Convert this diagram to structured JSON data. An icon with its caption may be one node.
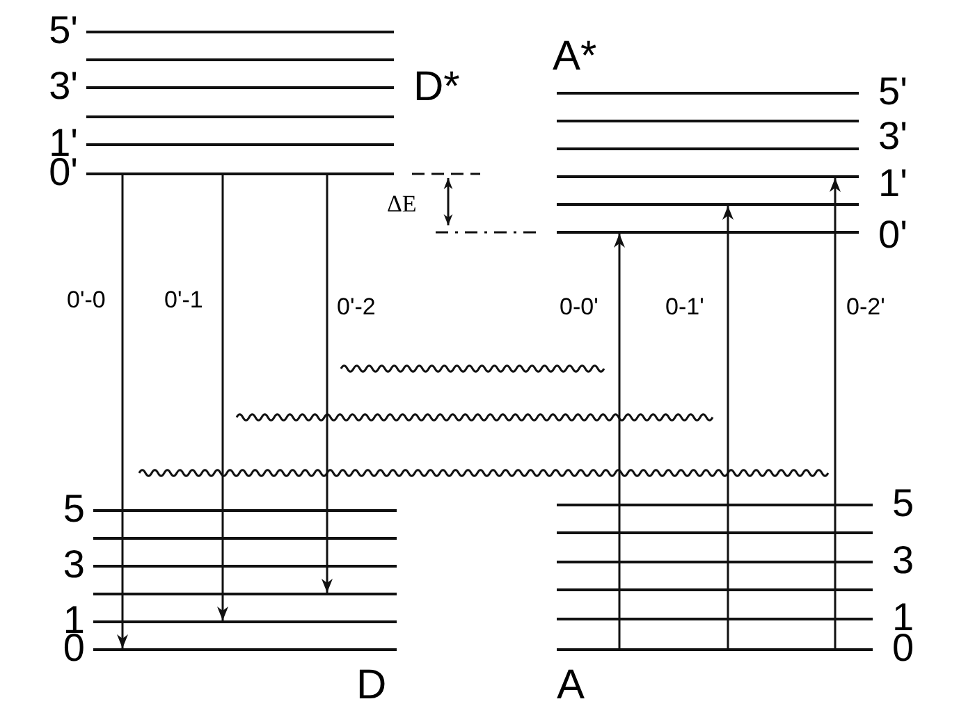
{
  "diagram": {
    "nodes": [
      {
        "text": [],
        "shape": "bar",
        "beside": [
          "5'"
        ]
      },
      {
        "text": [],
        "shape": "bar"
      },
      {
        "text": [],
        "shape": "bar",
        "beside": [
          "3'"
        ]
      },
      {
        "text": [],
        "shape": "bar"
      },
      {
        "text": [],
        "shape": "bar",
        "beside": [
          "1'"
        ]
      },
      {
        "text": [],
        "shape": "bar",
        "beside": [
          "0'"
        ]
      },
      {
        "text": [],
        "shape": "bar",
        "beside": [
          "5'"
        ]
      },
      {
        "text": [],
        "shape": "bar"
      },
      {
        "text": [],
        "shape": "bar",
        "beside": [
          "3'"
        ]
      },
      {
        "text": [],
        "shape": "bar"
      },
      {
        "text": [],
        "shape": "bar",
        "beside": [
          "1'"
        ]
      },
      {
        "text": [],
        "shape": "bar",
        "beside": [
          "0'"
        ]
      },
      {
        "text": [],
        "shape": "bar",
        "beside": [
          "5"
        ]
      },
      {
        "text": [],
        "shape": "bar"
      },
      {
        "text": [],
        "shape": "bar",
        "beside": [
          "3"
        ]
      },
      {
        "text": [],
        "shape": "bar"
      },
      {
        "text": [],
        "shape": "bar",
        "beside": [
          "1"
        ]
      },
      {
        "text": [],
        "shape": "bar",
        "beside": [
          "0"
        ]
      },
      {
        "text": [],
        "shape": "bar",
        "beside": [
          "5"
        ]
      },
      {
        "text": [],
        "shape": "bar"
      },
      {
        "text": [],
        "shape": "bar",
        "beside": [
          "3"
        ]
      },
      {
        "text": [],
        "shape": "bar"
      },
      {
        "text": [],
        "shape": "bar",
        "beside": [
          "1"
        ]
      },
      {
        "text": [],
        "shape": "bar",
        "beside": [
          "0"
        ]
      }
    ],
    "edges": [
      {
        "from": 5,
        "to": 17,
        "arrow": "to",
        "label": "0'-0"
      },
      {
        "from": 5,
        "to": 16,
        "arrow": "to",
        "label": "0'-1"
      },
      {
        "from": 5,
        "to": 15,
        "arrow": "to",
        "label": "0'-2"
      },
      {
        "from": 23,
        "to": 11,
        "arrow": "to",
        "label": "0-0'"
      },
      {
        "from": 23,
        "to": 10,
        "arrow": "to",
        "label": "0-1'"
      },
      {
        "from": 23,
        "to": 9,
        "arrow": "to",
        "label": "0-2'"
      }
    ],
    "labels": [
      "A*",
      "D*",
      "ΔE",
      "D",
      "A"
    ]
  }
}
